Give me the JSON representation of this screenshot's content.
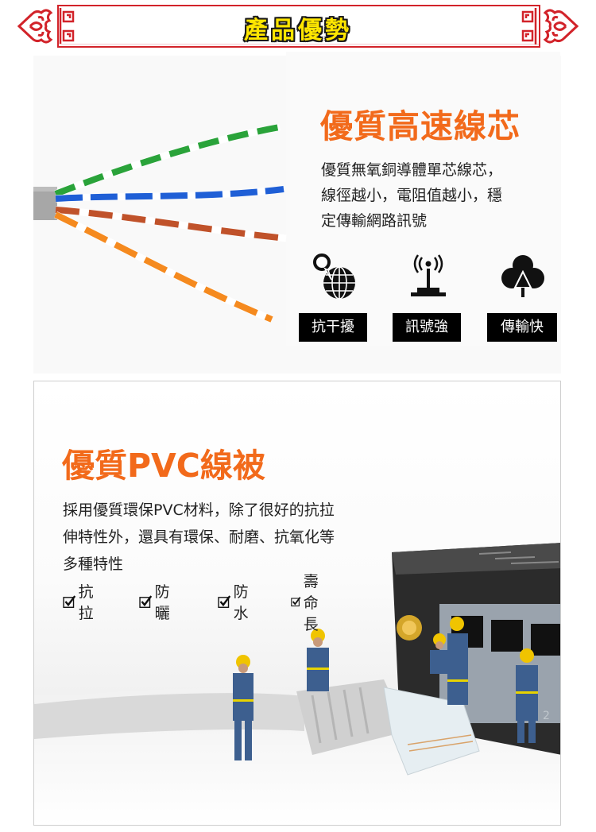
{
  "banner": {
    "title": "產品優勢",
    "frame_color": "#d2232a",
    "title_color": "#ffe600",
    "ornament_icon": "cloud-scroll-ornament-icon"
  },
  "section1": {
    "title": "優質高速線芯",
    "description_lines": [
      "優質無氧銅導體單芯線芯，",
      "線徑越小，電阻值越小，穩",
      "定傳輸網路訊號"
    ],
    "image": "twisted-pair-cable-wires-photo",
    "wire_colors": [
      "#2aa33a",
      "#1f5fd6",
      "#c0522a",
      "#f58a1f"
    ],
    "features": [
      {
        "icon": "globe-magnifier-icon",
        "label": "抗干擾"
      },
      {
        "icon": "wifi-antenna-icon",
        "label": "訊號強"
      },
      {
        "icon": "cloud-upload-icon",
        "label": "傳輸快"
      }
    ],
    "accent_color": "#f26a1b"
  },
  "section2": {
    "title": "優質PVC線被",
    "description_lines": [
      "採用優質環保PVC材料，除了很好的抗拉",
      "伸特性外，還具有環保、耐磨、抗氧化等",
      "多種特性"
    ],
    "checklist": [
      {
        "icon": "checkbox-checked-icon",
        "label": "抗拉"
      },
      {
        "icon": "checkbox-checked-icon",
        "label": "防曬"
      },
      {
        "icon": "checkbox-checked-icon",
        "label": "防水"
      },
      {
        "icon": "checkbox-checked-icon",
        "label": "壽命長"
      }
    ],
    "image": "miniature-workers-ethernet-router-photo",
    "router_port_number": "2",
    "accent_color": "#f26a1b"
  }
}
